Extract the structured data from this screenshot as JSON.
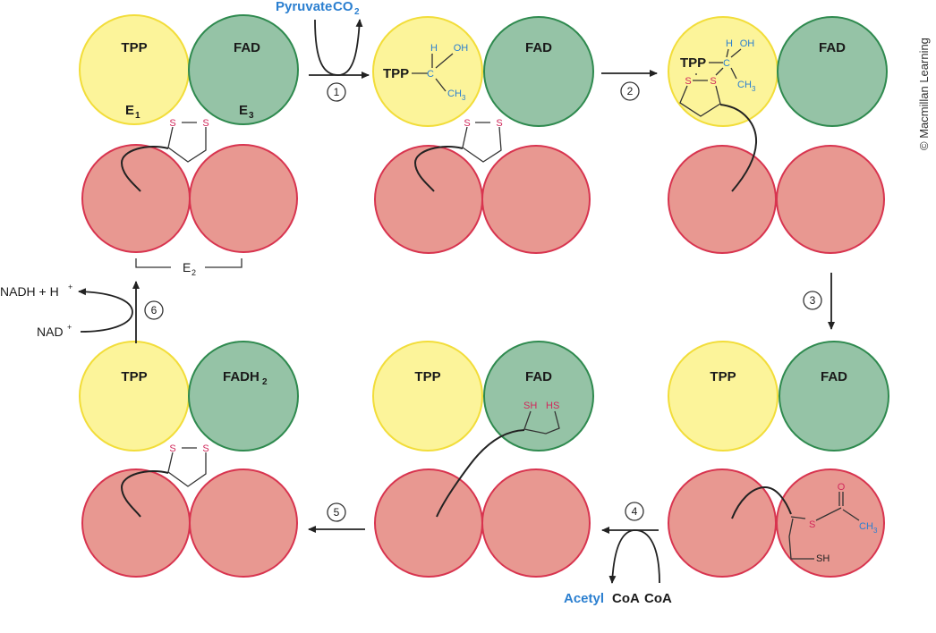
{
  "labels": {
    "tpp": "TPP",
    "fad": "FAD",
    "fadh2_main": "FADH",
    "fadh2_sub": "2",
    "e1_main": "E",
    "e1_sub": "1",
    "e3_main": "E",
    "e3_sub": "3",
    "e2_main": "E",
    "e2_sub": "2",
    "s": "S",
    "sh": "SH",
    "hs": "HS",
    "h": "H",
    "oh": "OH",
    "c": "C",
    "ch3_main": "CH",
    "ch3_sub": "3",
    "o": "O"
  },
  "reactants": {
    "pyruvate": "Pyruvate",
    "co2_main": "CO",
    "co2_sub": "2",
    "acetyl": "Acetyl",
    "coa": "CoA",
    "nadh": "NADH + H",
    "plus": "+",
    "nad": "NAD",
    "nad_sup": "+"
  },
  "steps": [
    "1",
    "2",
    "3",
    "4",
    "5",
    "6"
  ],
  "copyright": "© Macmillan Learning",
  "colors": {
    "e1_yellow": "#fcf49a",
    "e3_green": "#95c3a6",
    "e2_red": "#e89891",
    "blue_text": "#2b7fd0",
    "pink_sulfur": "#d1285b"
  }
}
